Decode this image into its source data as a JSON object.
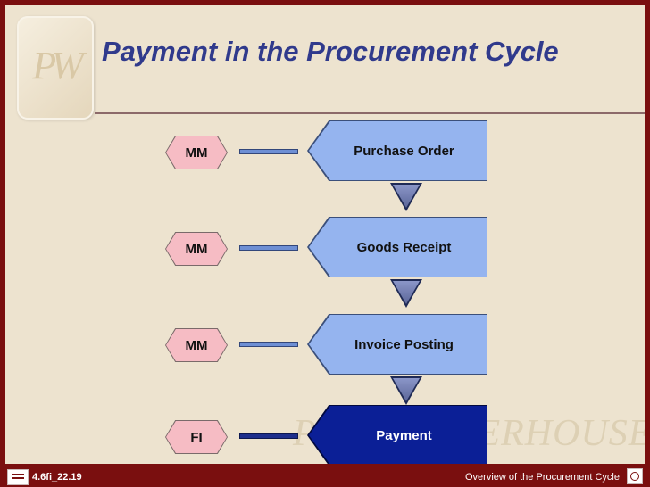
{
  "slide": {
    "title": "Payment in the Procurement Cycle"
  },
  "steps": [
    {
      "module": "MM",
      "label": "Purchase Order",
      "active": false
    },
    {
      "module": "MM",
      "label": "Goods Receipt",
      "active": false
    },
    {
      "module": "MM",
      "label": "Invoice Posting",
      "active": false
    },
    {
      "module": "FI",
      "label": "Payment",
      "active": true
    }
  ],
  "footer": {
    "slide_id": "4.6fi_22.19",
    "caption": "Overview of the Procurement Cycle"
  },
  "colors": {
    "accent": "#303a8c",
    "frame": "#7a0f0f",
    "background": "#ede3cf",
    "step_fill": "#95b4ef",
    "step_active_fill": "#0b1f96",
    "module_fill": "#f6bcc4"
  }
}
